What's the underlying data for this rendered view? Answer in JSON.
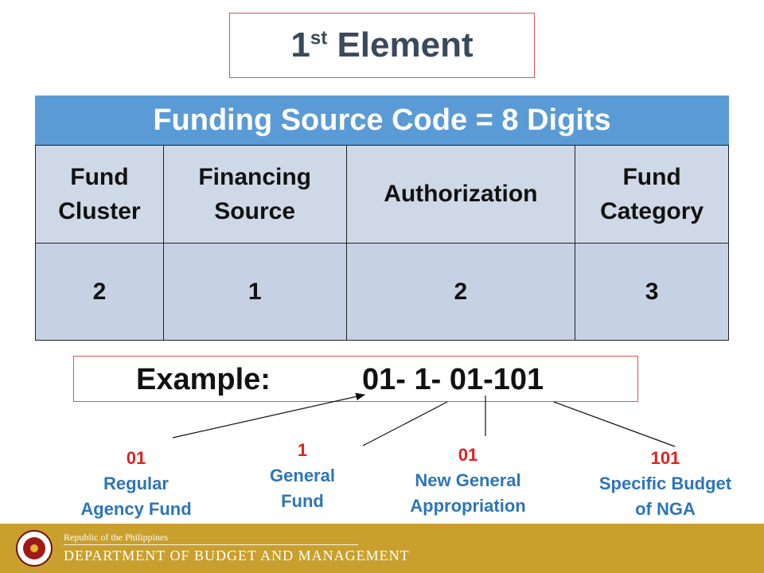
{
  "title": {
    "main": "1",
    "superscript": "st",
    "rest": " Element"
  },
  "banner": "Funding Source Code = 8 Digits",
  "table": {
    "headers": [
      [
        "Fund",
        "Cluster"
      ],
      [
        "Financing",
        "Source"
      ],
      [
        "Authorization"
      ],
      [
        "Fund",
        "Category"
      ]
    ],
    "values": [
      "2",
      "1",
      "2",
      "3"
    ]
  },
  "example": {
    "label": "Example:",
    "code": "01- 1- 01-101"
  },
  "notes": [
    {
      "num": "01",
      "lines": [
        "Regular",
        "Agency Fund"
      ]
    },
    {
      "num": "1",
      "lines": [
        "General",
        "Fund"
      ]
    },
    {
      "num": "01",
      "lines": [
        "New General",
        "Appropriation"
      ]
    },
    {
      "num": "101",
      "lines": [
        "Specific Budget",
        "of NGA"
      ]
    }
  ],
  "footer": {
    "republic": "Republic of the Philippines",
    "department": "DEPARTMENT OF BUDGET AND MANAGEMENT"
  },
  "colors": {
    "banner": "#5b9bd5",
    "table_bg": "#cfd8e6",
    "accent_red": "#e02020",
    "accent_blue": "#2e75b6",
    "footer": "#c9a02e"
  }
}
